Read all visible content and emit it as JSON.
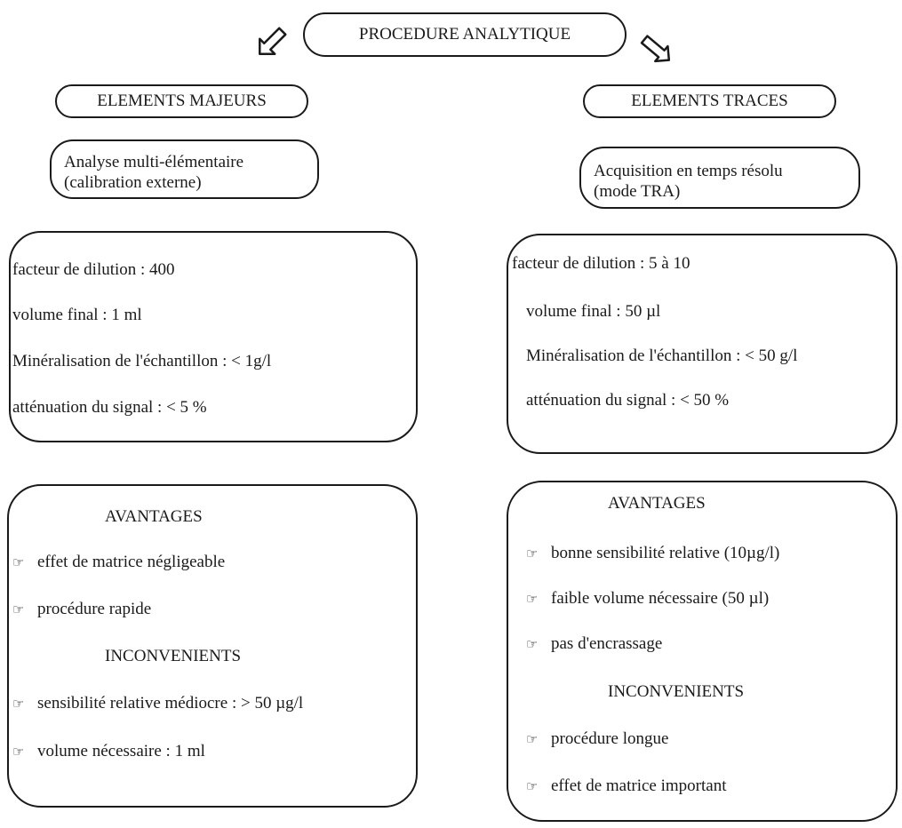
{
  "title": "PROCEDURE ANALYTIQUE",
  "left": {
    "heading": "ELEMENTS MAJEURS",
    "method_line1": "Analyse multi-élémentaire",
    "method_line2": "(calibration externe)",
    "params": [
      "facteur de dilution : 400",
      "volume final : 1 ml",
      "Minéralisation de l'échantillon : < 1g/l",
      "atténuation du signal : < 5 %"
    ],
    "advantages_title": "AVANTAGES",
    "advantages": [
      "effet de matrice négligeable",
      "procédure rapide"
    ],
    "disadvantages_title": "INCONVENIENTS",
    "disadvantages": [
      "sensibilité relative médiocre :  > 50 µg/l",
      "volume nécessaire : 1 ml"
    ]
  },
  "right": {
    "heading": "ELEMENTS TRACES",
    "method_line1": "Acquisition en temps résolu",
    "method_line2": "(mode TRA)",
    "params": [
      "facteur de dilution :  5 à 10",
      "volume final :  50 µl",
      "Minéralisation de l'échantillon : < 50 g/l",
      "atténuation du signal : < 50 %"
    ],
    "advantages_title": "AVANTAGES",
    "advantages": [
      "bonne sensibilité relative (10µg/l)",
      "faible volume nécessaire (50 µl)",
      "pas d'encrassage"
    ],
    "disadvantages_title": "INCONVENIENTS",
    "disadvantages": [
      "procédure longue",
      "effet de matrice important"
    ]
  },
  "icons": {
    "bullet": "pointing-hand-icon",
    "left_arrow": "arrow-down-left-icon",
    "right_arrow": "arrow-down-right-icon"
  },
  "bullet_glyph": "☞"
}
